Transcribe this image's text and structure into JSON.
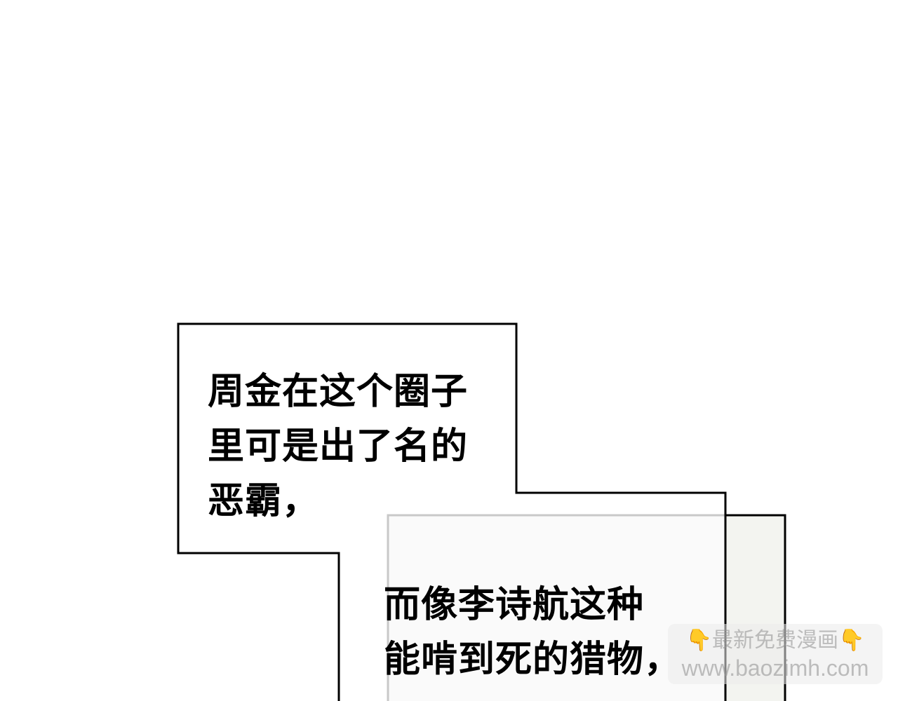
{
  "panel": {
    "caption_1": [
      "周金在这个圈子",
      "里可是出了名的",
      "恶霸，"
    ],
    "caption_2": [
      "而像李诗航这种",
      "能啃到死的猎物，"
    ]
  },
  "watermark": {
    "line1": "最新免费漫画",
    "line2": "www.baozimh.com",
    "icon": "pointing-down-hand-icon"
  }
}
